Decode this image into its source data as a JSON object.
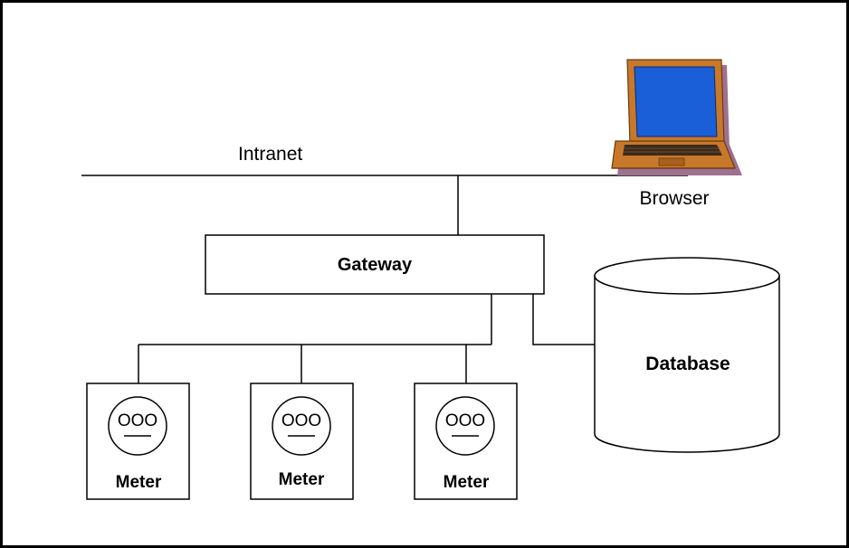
{
  "network": {
    "label": "Intranet"
  },
  "browser": {
    "label": "Browser",
    "icon": "laptop-icon"
  },
  "gateway": {
    "label": "Gateway"
  },
  "database": {
    "label": "Database",
    "icon": "cylinder"
  },
  "meters": [
    {
      "label": "Meter",
      "dial": "OOO",
      "icon": "meter-icon"
    },
    {
      "label": "Meter",
      "dial": "OOO",
      "icon": "meter-icon"
    },
    {
      "label": "Meter",
      "dial": "OOO",
      "icon": "meter-icon"
    }
  ],
  "colors": {
    "line": "#000000",
    "laptop_body": "#c8782a",
    "laptop_shadow": "#a07090",
    "laptop_screen": "#1a5fd8"
  }
}
